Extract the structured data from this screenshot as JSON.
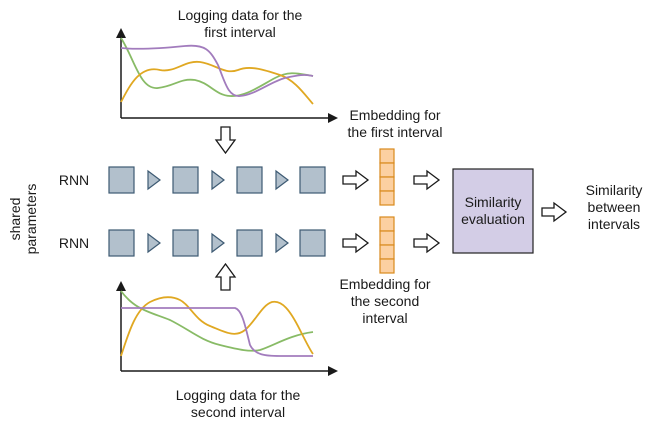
{
  "labels": {
    "top_logging": "Logging data for the\nfirst interval",
    "bottom_logging": "Logging data for the\nsecond interval",
    "embedding_first": "Embedding for\nthe first interval",
    "embedding_second": "Embedding for\nthe second\ninterval",
    "rnn_top": "RNN",
    "rnn_bottom": "RNN",
    "shared_parameters": "shared\nparameters",
    "similarity_evaluation": "Similarity\nevaluation",
    "similarity_output": "Similarity\nbetween\nintervals"
  },
  "colors": {
    "rnn_cell_fill": "#b2c0cc",
    "rnn_cell_stroke": "#3d5a73",
    "embedding_fill": "#fcd0a1",
    "embedding_stroke": "#d98a1d",
    "similarity_fill": "#d3cde6",
    "similarity_stroke": "#222222",
    "series_green": "#88bb66",
    "series_orange": "#e0a822",
    "series_purple": "#a27cbd"
  }
}
